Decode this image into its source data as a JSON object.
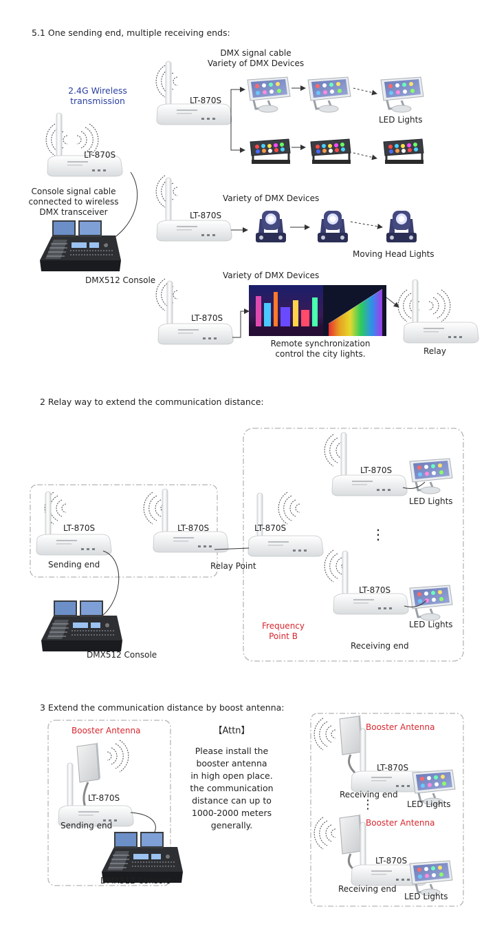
{
  "section1": {
    "heading": "5.1  One sending end, multiple receiving ends:",
    "wireless": "2.4G Wireless\ntransmission",
    "console_cable": "Console signal cable\nconnected to wireless\nDMX transceiver",
    "console": "DMX512 Console",
    "device_label": "LT-870S",
    "row1_caption": "DMX signal cable\nVariety of DMX Devices",
    "led_lights": "LED Lights",
    "row2_caption": "Variety of DMX Devices",
    "moving_head": "Moving Head Lights",
    "row3_caption": "Variety of DMX Devices",
    "remote_sync": "Remote synchronization\ncontrol the city lights.",
    "relay": "Relay"
  },
  "section2": {
    "heading": "2  Relay way to extend the communication distance:",
    "device_label": "LT-870S",
    "sending_end": "Sending end",
    "relay_point": "Relay Point",
    "console": "DMX512 Console",
    "frequency": "Frequency\nPoint B",
    "receiving_end": "Receiving end",
    "led_lights": "LED Lights",
    "dots": "⋮"
  },
  "section3": {
    "heading": "3 Extend the communication distance by boost antenna:",
    "booster": "Booster Antenna",
    "device_label": "LT-870S",
    "sending_end": "Sending end",
    "console": "DMX512 Console",
    "attn_title": "【Attn】",
    "attn_body": "Please install the\nbooster antenna\nin high open place.\nthe communication\ndistance can up to\n1000-2000 meters\ngenerally.",
    "receiving_end": "Receiving end",
    "led_lights": "LED Lights",
    "dots": "⋮"
  },
  "colors": {
    "accent_blue": "#2a3fa0",
    "accent_red": "#d7262e",
    "dashed_box": "#b5b5b5"
  }
}
